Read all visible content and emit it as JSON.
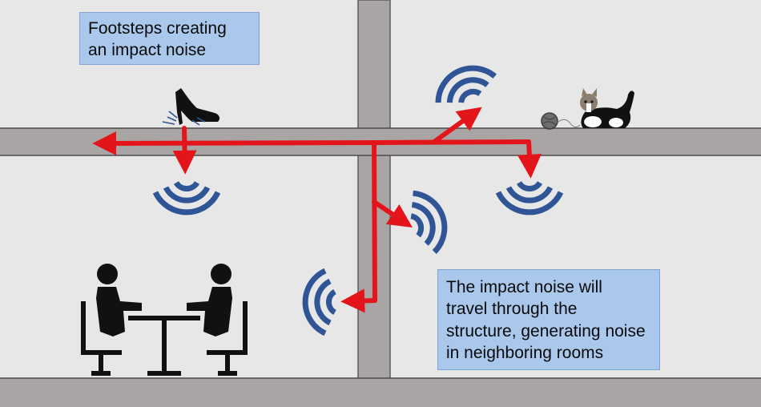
{
  "callouts": {
    "footsteps": {
      "lines": [
        "Footsteps creating",
        "an impact noise"
      ]
    },
    "structure": {
      "lines": [
        "The impact noise will",
        "travel through the",
        "structure, generating noise",
        "in neighboring rooms"
      ]
    }
  },
  "colors": {
    "background": "#e7e7e7",
    "slab": "#a9a5a4",
    "path": "#e3151a",
    "waves": "#2f5597",
    "callout_fill": "#a9c8ec",
    "figures": "#111111"
  },
  "icons": [
    "high-heel-shoe-icon",
    "cat-icon",
    "yarn-ball-icon",
    "sound-wave-icon",
    "person-icon",
    "table-icon",
    "chair-icon"
  ]
}
